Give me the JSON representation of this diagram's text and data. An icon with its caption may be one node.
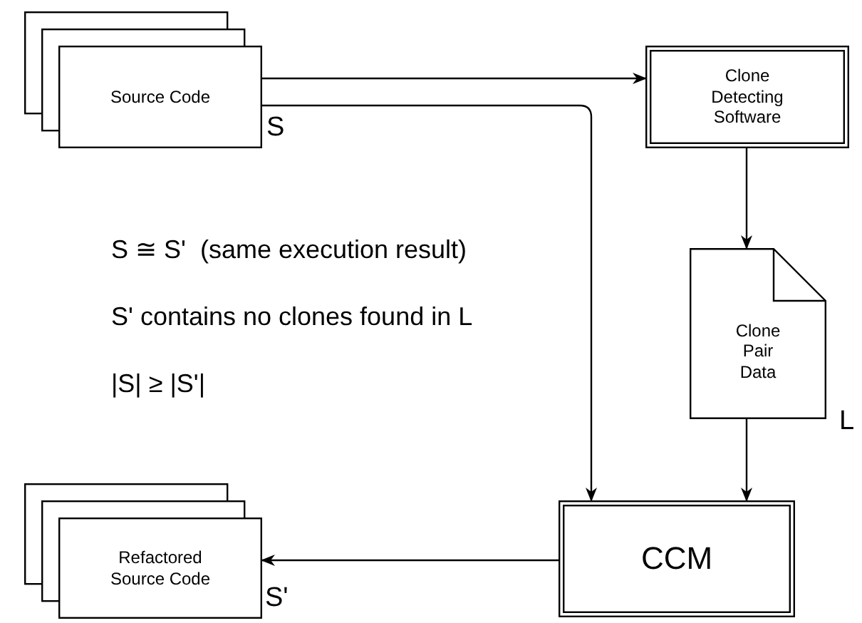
{
  "diagram": {
    "nodes": [
      {
        "text": [
          "Source Code"
        ],
        "beside": [
          "S"
        ]
      },
      {
        "text": [
          "Clone Detecting Software"
        ]
      },
      {
        "text": [
          "Clone Pair Data"
        ],
        "beside": [
          "L"
        ]
      },
      {
        "text": [
          "CCM"
        ]
      },
      {
        "text": [
          "Refactored Source Code"
        ],
        "beside": [
          "S'"
        ]
      }
    ],
    "edges": [
      {
        "from": 0,
        "to": 1,
        "arrow": "to"
      },
      {
        "from": 0,
        "to": 3,
        "arrow": "to"
      },
      {
        "from": 1,
        "to": 2,
        "arrow": "to"
      },
      {
        "from": 2,
        "to": 3,
        "arrow": "to"
      },
      {
        "from": 3,
        "to": 4,
        "arrow": "to"
      }
    ],
    "labels": [
      "S ≅ S'  (same execution result)",
      "S' contains no clones found in L",
      "|S| ≥ |S'|"
    ]
  }
}
